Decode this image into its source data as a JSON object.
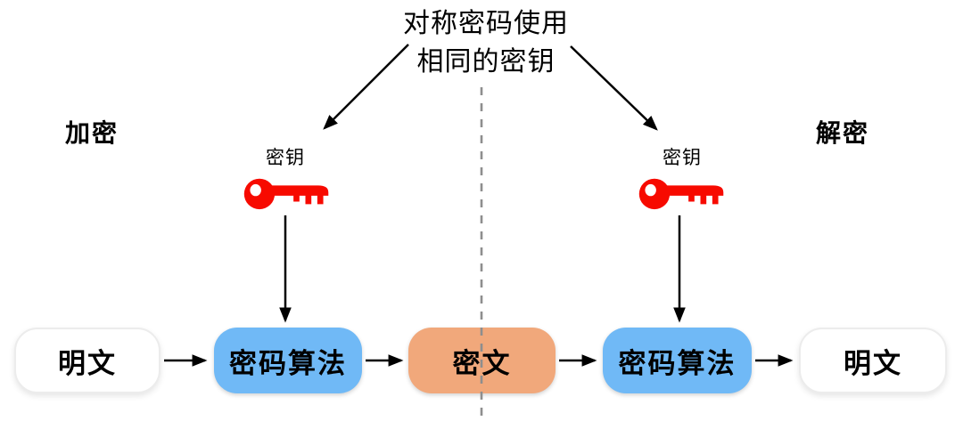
{
  "title": {
    "line1": "对称密码使用",
    "line2": "相同的密钥"
  },
  "labels": {
    "encryption": "加密",
    "decryption": "解密",
    "key_left": "密钥",
    "key_right": "密钥"
  },
  "flow": {
    "nodes": [
      {
        "id": "plaintext-left",
        "label": "明文",
        "type": "plain"
      },
      {
        "id": "cipher-algorithm-left",
        "label": "密码算法",
        "type": "algorithm"
      },
      {
        "id": "ciphertext",
        "label": "密文",
        "type": "cipher"
      },
      {
        "id": "cipher-algorithm-right",
        "label": "密码算法",
        "type": "algorithm"
      },
      {
        "id": "plaintext-right",
        "label": "明文",
        "type": "plain"
      }
    ]
  },
  "icons": {
    "left_key": "key-icon",
    "right_key": "key-icon"
  },
  "colors": {
    "algorithm_fill": "#70B9F6",
    "cipher_fill": "#F1A87B",
    "plain_fill": "#FFFFFF",
    "key_red": "#F70A00",
    "arrow": "#000000",
    "divider": "#8E8E8E",
    "text": "#000000"
  }
}
